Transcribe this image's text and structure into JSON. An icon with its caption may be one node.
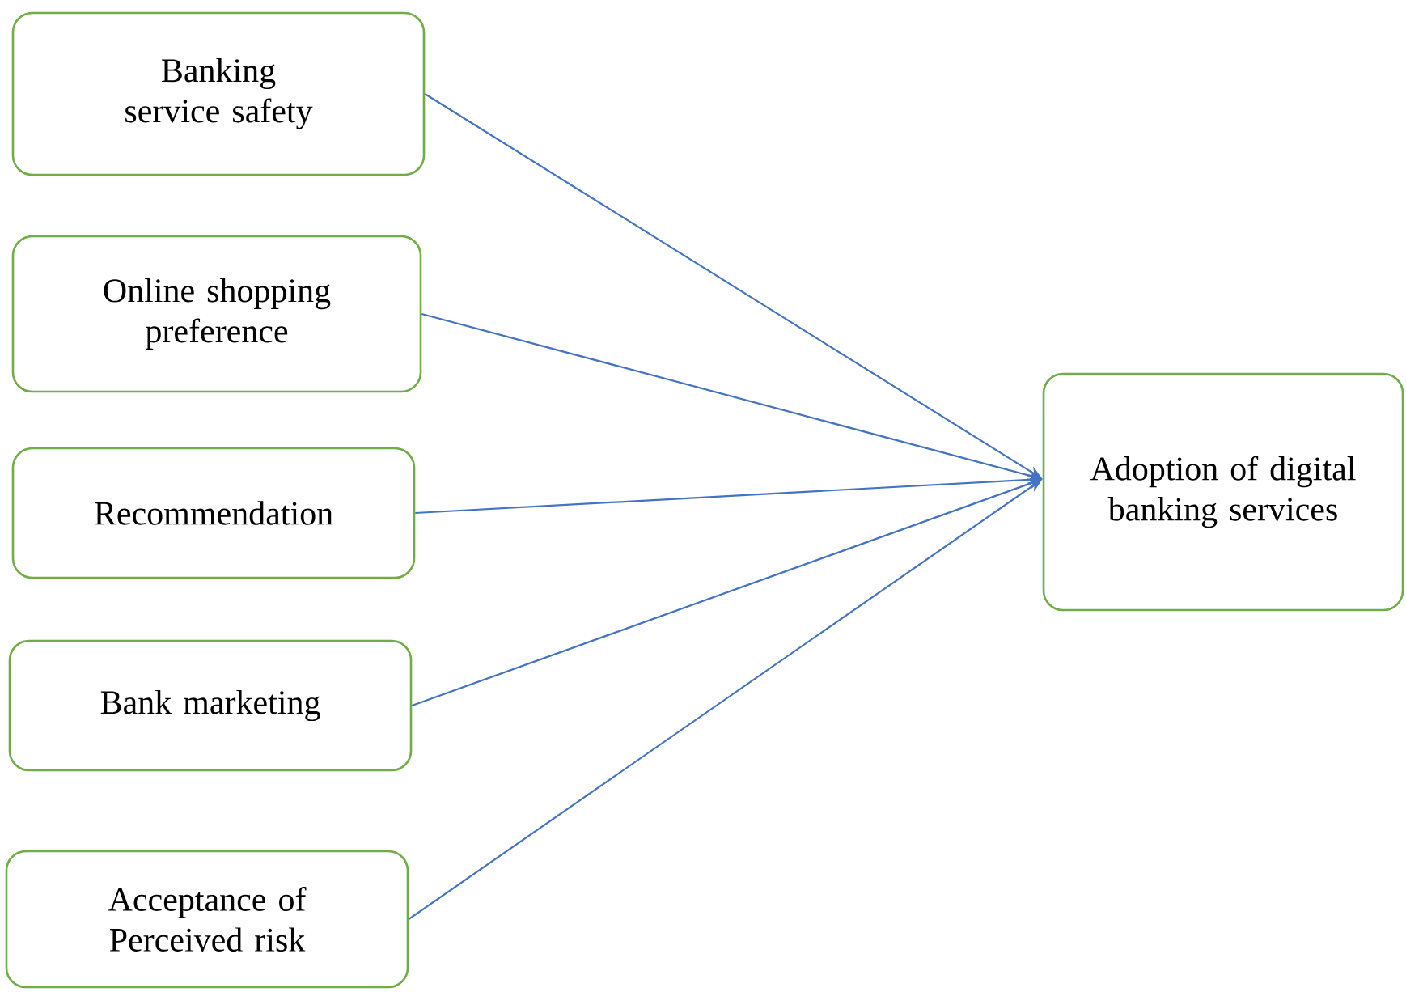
{
  "diagram": {
    "nodes": [
      {
        "text": [
          "Banking service safety"
        ]
      },
      {
        "text": [
          "Online shopping preference"
        ]
      },
      {
        "text": [
          "Recommendation"
        ]
      },
      {
        "text": [
          "Bank marketing"
        ]
      },
      {
        "text": [
          "Acceptance of Perceived risk"
        ]
      },
      {
        "text": [
          "Adoption of digital banking services"
        ]
      }
    ],
    "edges": [
      {
        "from": 0,
        "to": 5,
        "arrow": "to"
      },
      {
        "from": 1,
        "to": 5,
        "arrow": "to"
      },
      {
        "from": 2,
        "to": 5,
        "arrow": "to"
      },
      {
        "from": 3,
        "to": 5,
        "arrow": "to"
      },
      {
        "from": 4,
        "to": 5,
        "arrow": "to"
      }
    ]
  }
}
